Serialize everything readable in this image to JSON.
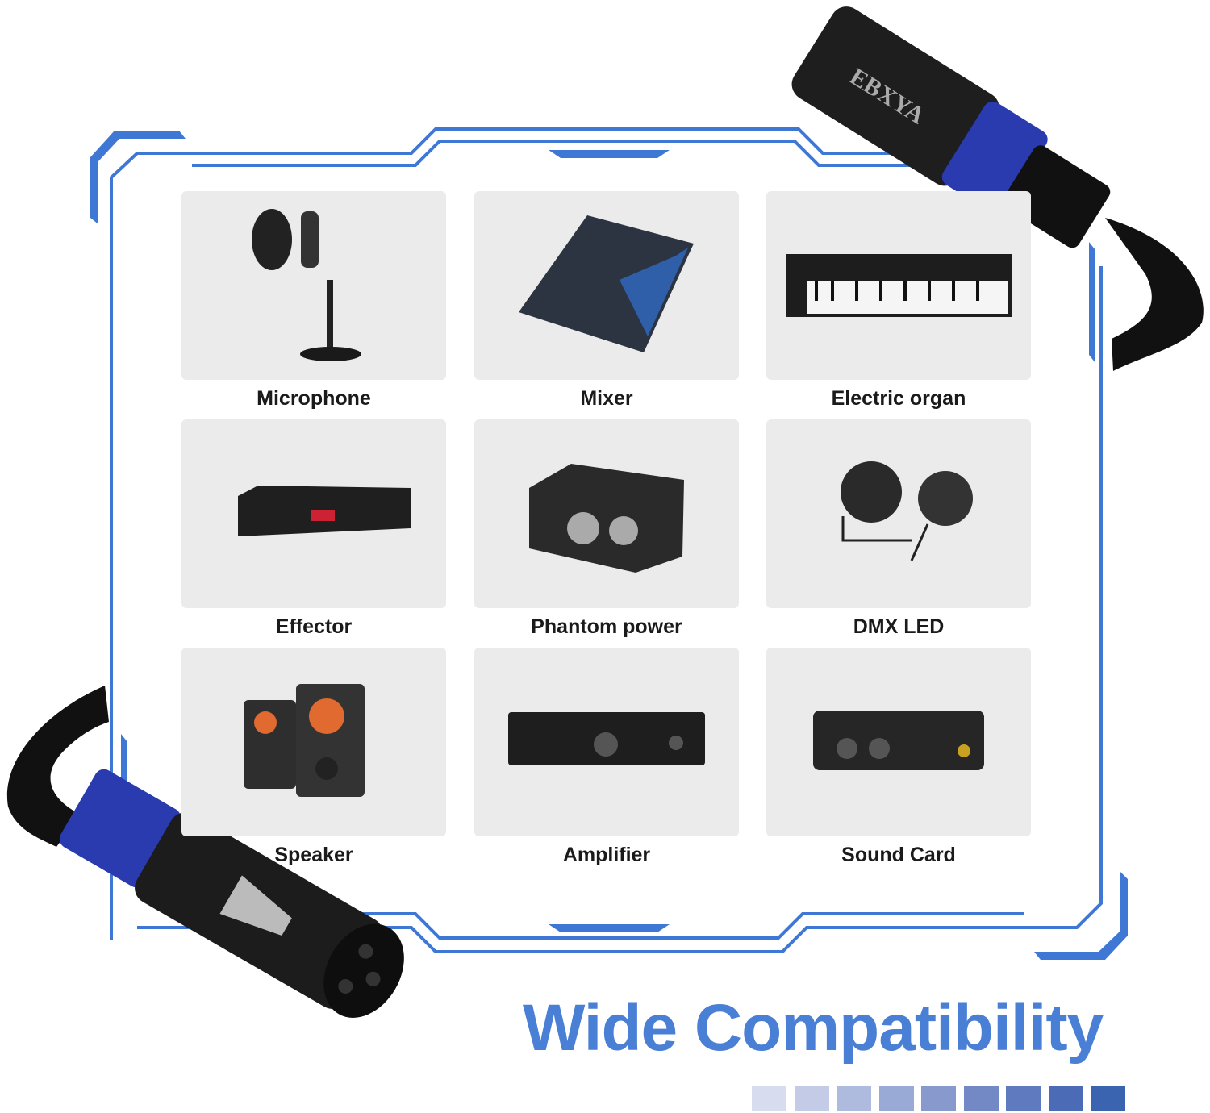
{
  "brand": "EBXYA",
  "items": [
    {
      "label": "Microphone",
      "icon": "microphone-icon"
    },
    {
      "label": "Mixer",
      "icon": "mixer-icon"
    },
    {
      "label": "Electric organ",
      "icon": "keyboard-icon"
    },
    {
      "label": "Effector",
      "icon": "effector-icon"
    },
    {
      "label": "Phantom power",
      "icon": "phantom-power-icon"
    },
    {
      "label": "DMX LED",
      "icon": "dmx-led-icon"
    },
    {
      "label": "Speaker",
      "icon": "speaker-icon"
    },
    {
      "label": "Amplifier",
      "icon": "amplifier-icon"
    },
    {
      "label": "Sound Card",
      "icon": "sound-card-icon"
    }
  ],
  "title": "Wide Compatibility",
  "colors": {
    "accent": "#4a7fd6",
    "frame": "#3f78d4",
    "connector_ring": "#2a3bb0",
    "swatches": [
      "#d7dcef",
      "#c3cbe6",
      "#afbbde",
      "#9aaad6",
      "#8799cd",
      "#7289c5",
      "#5f7abe",
      "#4c6bb6",
      "#3a63b0"
    ]
  }
}
